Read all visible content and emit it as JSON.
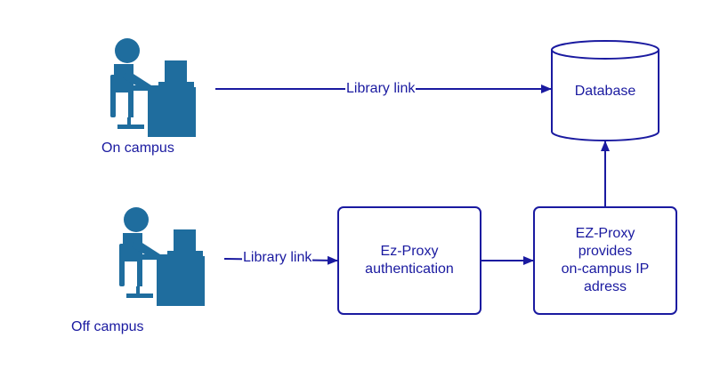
{
  "colors": {
    "line": "#1a1aa0",
    "icon": "#1f6d9e",
    "text": "#1a1aa0",
    "background": "#ffffff"
  },
  "icons": {
    "on_campus_user": "person-at-computer-icon",
    "off_campus_user": "person-at-computer-icon",
    "database": "cylinder-database-icon"
  },
  "nodes": {
    "on_campus": {
      "label": "On campus"
    },
    "off_campus": {
      "label": "Off campus"
    },
    "database": {
      "label": "Database"
    },
    "ezproxy_auth": {
      "line1": "Ez-Proxy",
      "line2": "authentication"
    },
    "ezproxy_ip": {
      "line1": "EZ-Proxy",
      "line2": "provides",
      "line3": "on-campus IP",
      "line4": "adress"
    }
  },
  "edges": {
    "on_campus_to_database": {
      "label": "Library link"
    },
    "off_campus_to_auth": {
      "label": "Library link"
    },
    "auth_to_ip": {
      "label": ""
    },
    "ip_to_database": {
      "label": ""
    }
  }
}
